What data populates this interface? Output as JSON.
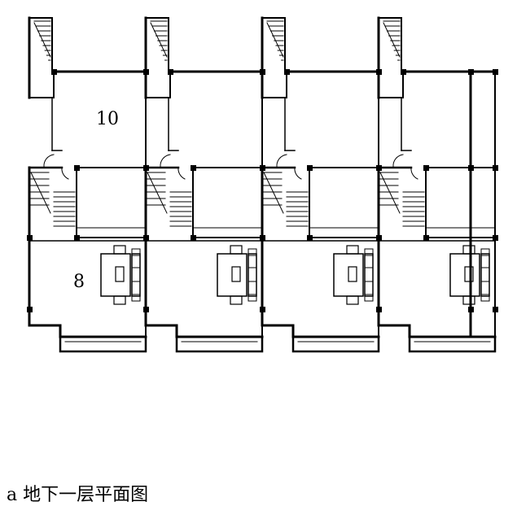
{
  "labels": {
    "room_upper": "10",
    "room_lower": "8"
  },
  "caption": "a 地下一层平面图",
  "colors": {
    "line": "#000000",
    "background": "#ffffff"
  },
  "units_count": 4
}
